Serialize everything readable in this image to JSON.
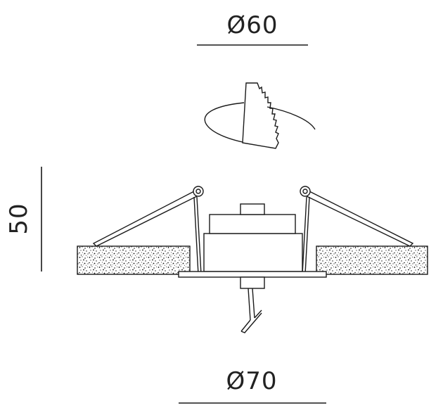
{
  "dimensions": {
    "cutout_diameter": "Ø60",
    "outer_diameter": "Ø70",
    "height": "50"
  },
  "colors": {
    "line": "#1a1a1a",
    "background": "#ffffff"
  }
}
